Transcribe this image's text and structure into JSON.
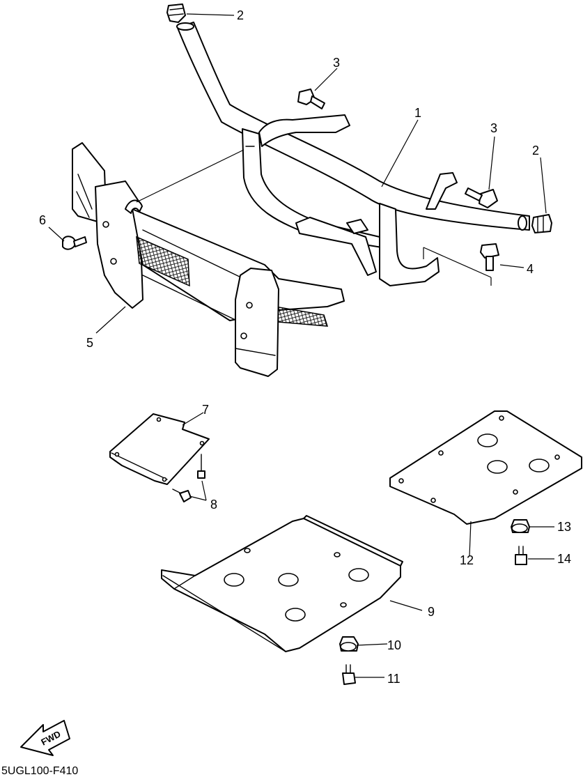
{
  "diagram_code": "5UGL100-F410",
  "fwd_label": "FWD",
  "callouts": {
    "c1": "1",
    "c2a": "2",
    "c2b": "2",
    "c3a": "3",
    "c3b": "3",
    "c4": "4",
    "c5": "5",
    "c6": "6",
    "c7": "7",
    "c8": "8",
    "c9": "9",
    "c10": "10",
    "c11": "11",
    "c12": "12",
    "c13": "13",
    "c14": "14"
  }
}
